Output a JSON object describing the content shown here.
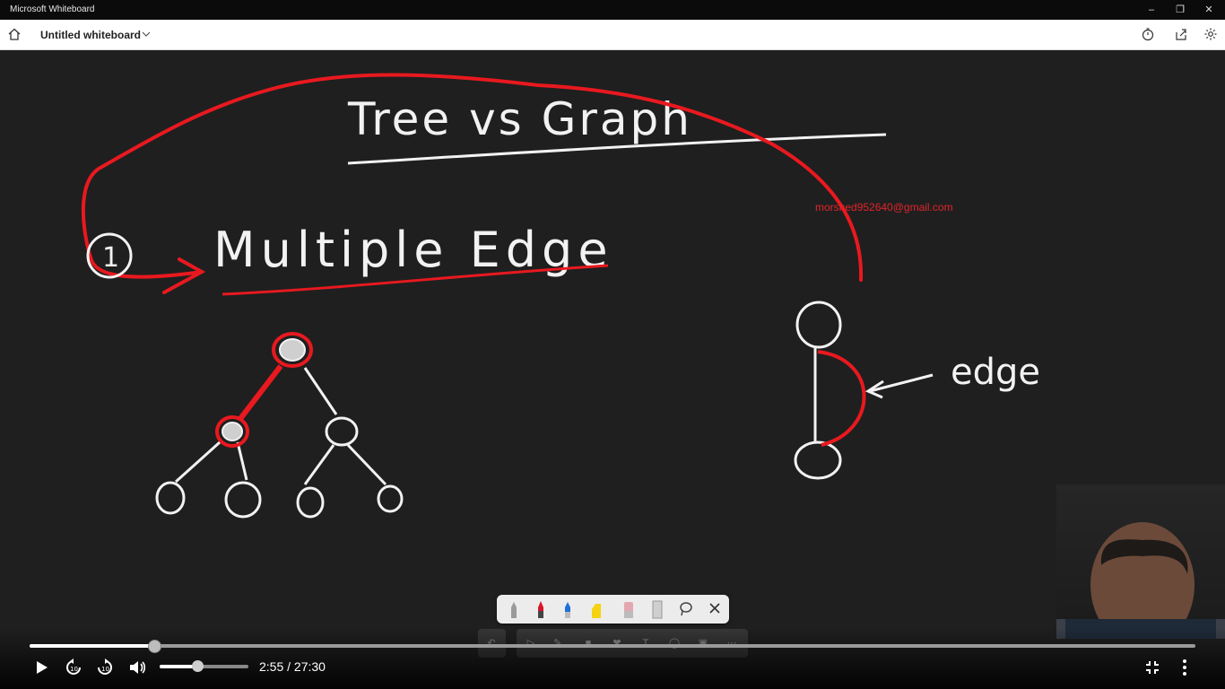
{
  "window": {
    "title": "Microsoft Whiteboard"
  },
  "appbar": {
    "board_title": "Untitled whiteboard"
  },
  "canvas": {
    "heading": "Tree vs Graph",
    "point": "1",
    "subheading": "Multiple Edge",
    "edge_label": "edge",
    "watermark": "morshed952640@gmail.com"
  },
  "ink_toolbar": {
    "tools": [
      "pen-black",
      "pen-red",
      "pen-blue",
      "highlighter-yellow",
      "eraser",
      "ruler",
      "lasso",
      "close"
    ]
  },
  "bottom_toolbar": {
    "tools": [
      "undo",
      "select",
      "pen",
      "sticky-note",
      "reaction",
      "text",
      "shapes",
      "image",
      "more"
    ]
  },
  "video": {
    "time": "2:55 / 27:30",
    "progress": 0.106,
    "volume": 0.42
  },
  "colors": {
    "ink_white": "#f2f2f2",
    "ink_red": "#e8191f",
    "canvas": "#1f1f1f"
  }
}
